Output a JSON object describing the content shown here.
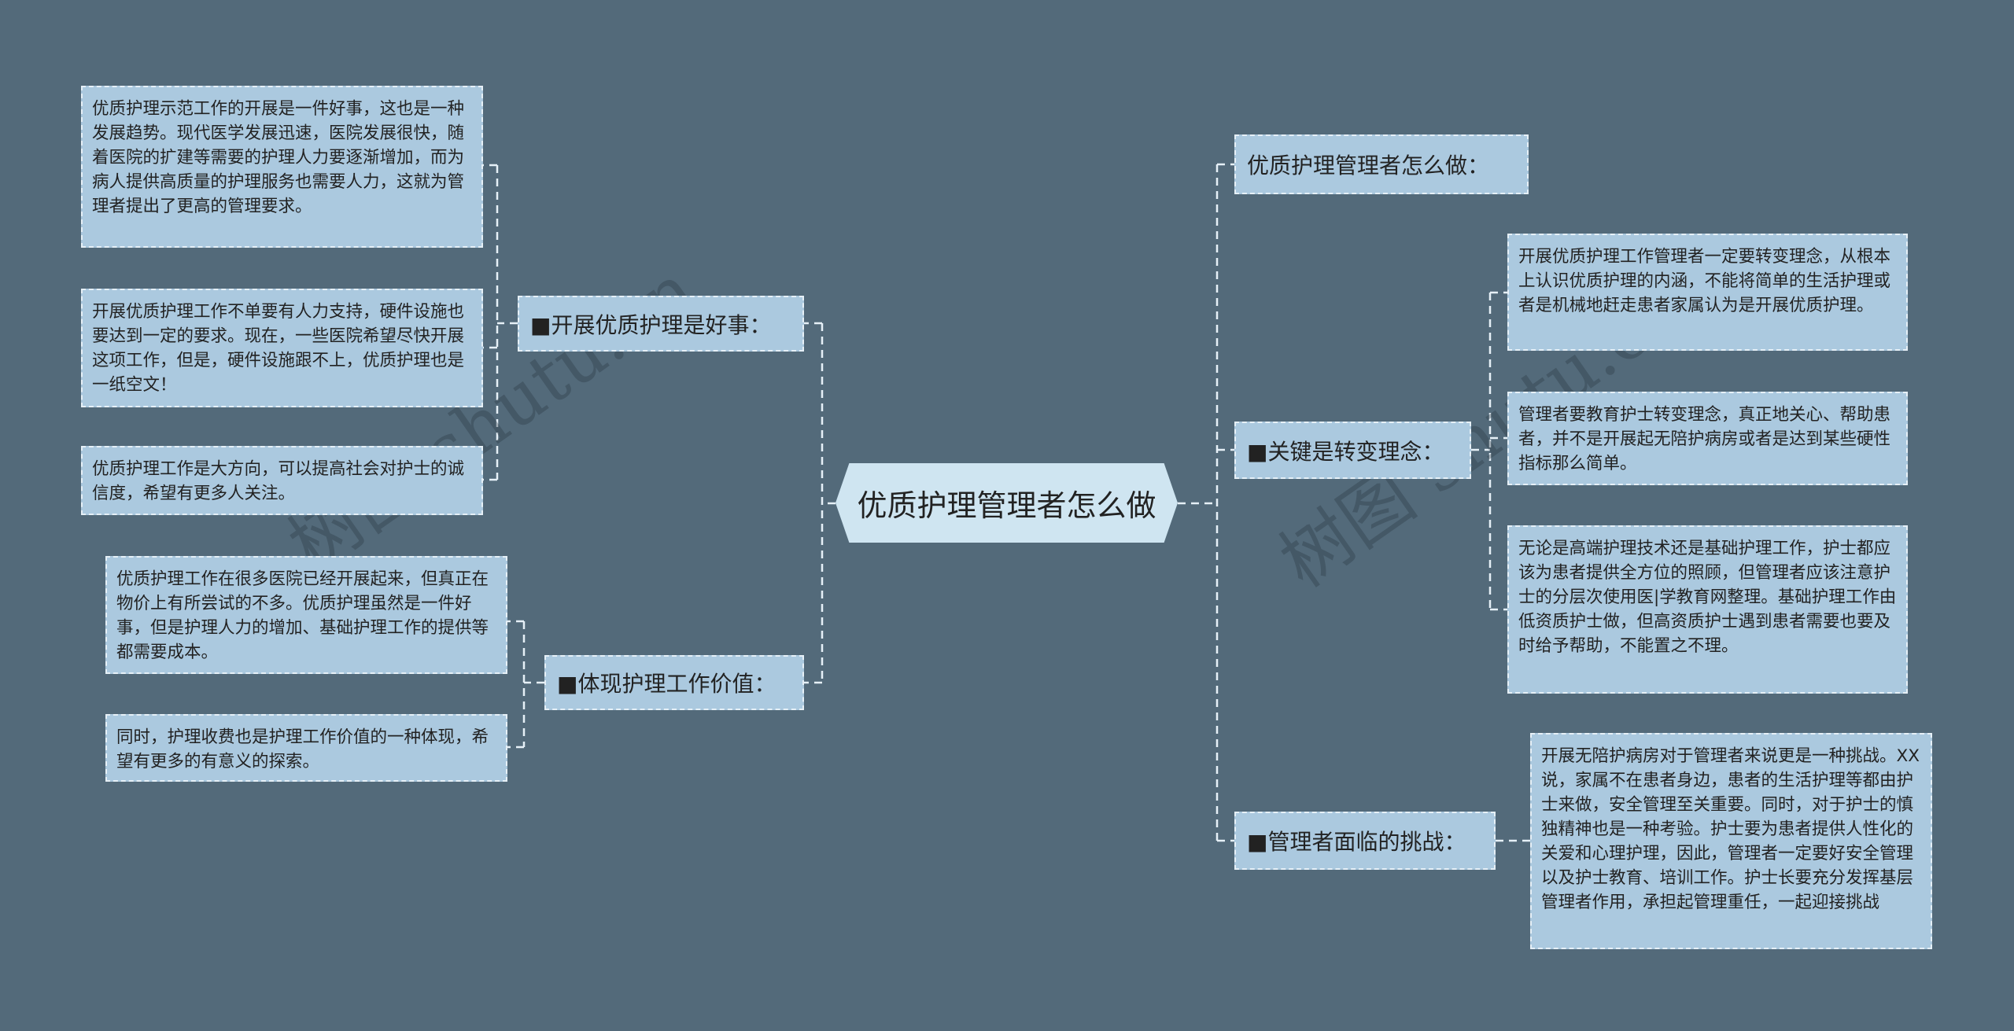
{
  "center": {
    "title": "优质护理管理者怎么做"
  },
  "left": {
    "branches": [
      {
        "label": "■开展优质护理是好事：",
        "leaves": [
          "优质护理示范工作的开展是一件好事，这也是一种发展趋势。现代医学发展迅速，医院发展很快，随着医院的扩建等需要的护理人力要逐渐增加，而为病人提供高质量的护理服务也需要人力，这就为管理者提出了更高的管理要求。",
          "开展优质护理工作不单要有人力支持，硬件设施也要达到一定的要求。现在，一些医院希望尽快开展这项工作，但是，硬件设施跟不上，优质护理也是一纸空文！",
          "优质护理工作是大方向，可以提高社会对护士的诚信度，希望有更多人关注。"
        ]
      },
      {
        "label": "■体现护理工作价值：",
        "leaves": [
          "优质护理工作在很多医院已经开展起来，但真正在物价上有所尝试的不多。优质护理虽然是一件好事，但是护理人力的增加、基础护理工作的提供等都需要成本。",
          "同时，护理收费也是护理工作价值的一种体现，希望有更多的有意义的探索。"
        ]
      }
    ]
  },
  "right": {
    "branches": [
      {
        "label": "优质护理管理者怎么做：",
        "leaves": []
      },
      {
        "label": "■关键是转变理念：",
        "leaves": [
          "开展优质护理工作管理者一定要转变理念，从根本上认识优质护理的内涵，不能将简单的生活护理或者是机械地赶走患者家属认为是开展优质护理。",
          "管理者要教育护士转变理念，真正地关心、帮助患者，并不是开展起无陪护病房或者是达到某些硬性指标那么简单。",
          "无论是高端护理技术还是基础护理工作，护士都应该为患者提供全方位的照顾，但管理者应该注意护士的分层次使用医|学教育网整理。基础护理工作由低资质护士做，但高资质护士遇到患者需要也要及时给予帮助，不能置之不理。"
        ]
      },
      {
        "label": "■管理者面临的挑战：",
        "leaves": [
          "开展无陪护病房对于管理者来说更是一种挑战。XX说，家属不在患者身边，患者的生活护理等都由护士来做，安全管理至关重要。同时，对于护士的慎独精神也是一种考验。护士要为患者提供人性化的关爱和心理护理，因此，管理者一定要好安全管理以及护士教育、培训工作。护士长要充分发挥基层管理者作用，承担起管理重任，一起迎接挑战"
        ]
      }
    ]
  },
  "watermark": "树图 shutu.cn",
  "colors": {
    "background": "#536a7a",
    "node": "#abc9df",
    "center": "#cfe5f1",
    "line": "#e6f0f7"
  }
}
